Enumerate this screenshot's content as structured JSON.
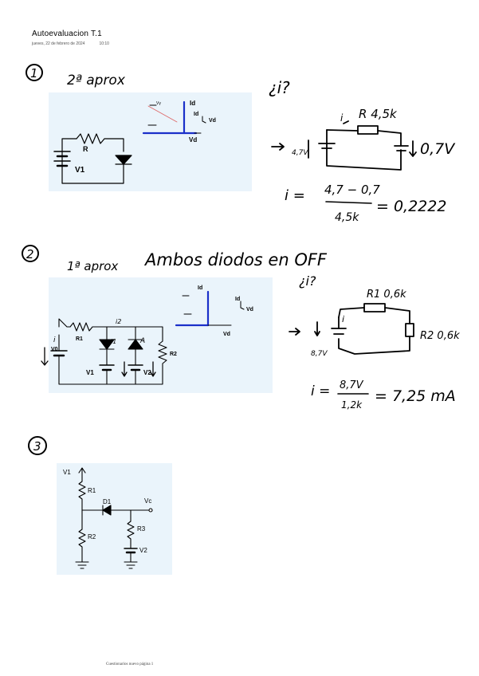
{
  "header": {
    "title": "Autoevaluacion T.1",
    "date": "jueves, 22 de febrero de 2024",
    "time": "10:10"
  },
  "footer": {
    "text": "Cuestionarios nuevo página 1"
  },
  "problem1": {
    "number": "1",
    "method": "2ª aprox",
    "question": "¿i?",
    "circuit": {
      "resistor": "R",
      "source": "V1",
      "axis_current": "Id",
      "axis_voltage": "Vd",
      "curve_current": "Id",
      "curve_voltage": "Vd",
      "curve_v": "Vγ"
    },
    "sketch": {
      "resistor_label": "R 4,5k",
      "current": "i",
      "source": "4,7V",
      "diode_drop": "0,7V"
    },
    "result_prefix": "i =",
    "numerator": "4,7 − 0,7",
    "denominator": "4,5k",
    "result": "= 0,2222"
  },
  "problem2": {
    "number": "2",
    "method": "1ª aprox",
    "note": "Ambos diodos en OFF",
    "question": "¿i?",
    "circuit": {
      "r1": "R1",
      "r2": "R2",
      "v0": "V0",
      "v1": "V1",
      "v2": "V2",
      "current": "i",
      "i1": "i1",
      "i2": "i2",
      "node": "A",
      "axis_current": "Id",
      "axis_voltage": "Vd",
      "curve_current": "Id",
      "curve_voltage": "Vd"
    },
    "sketch": {
      "r1": "R1 0,6k",
      "r2": "R2 0,6k",
      "current": "i",
      "source": "8,7V"
    },
    "result_prefix": "i =",
    "numerator": "8,7V",
    "denominator": "1,2k",
    "result": "= 7,25 mA"
  },
  "problem3": {
    "number": "3",
    "circuit": {
      "v1": "V1",
      "r1": "R1",
      "r2": "R2",
      "r3": "R3",
      "d1": "D1",
      "vc": "Vc",
      "v2": "V2"
    }
  }
}
